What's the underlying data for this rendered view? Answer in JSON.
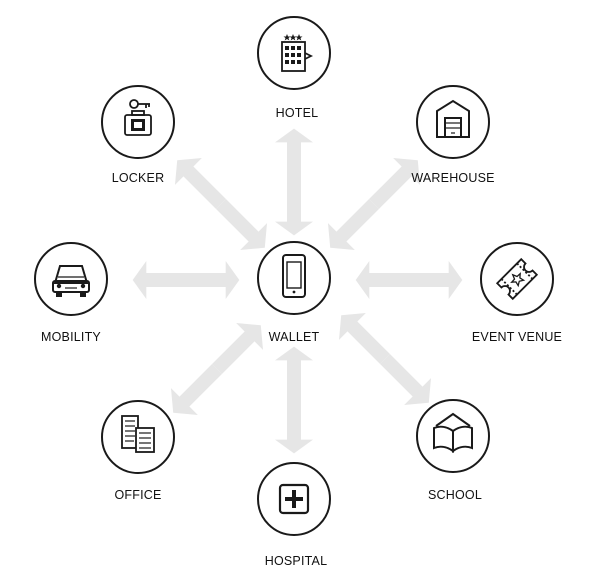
{
  "center": {
    "label": "WALLET",
    "icon": "smartphone-icon"
  },
  "nodes": [
    {
      "id": "hotel",
      "label": "HOTEL",
      "icon": "hotel-building-icon"
    },
    {
      "id": "warehouse",
      "label": "WAREHOUSE",
      "icon": "warehouse-icon"
    },
    {
      "id": "event-venue",
      "label": "EVENT VENUE",
      "icon": "ticket-icon"
    },
    {
      "id": "school",
      "label": "SCHOOL",
      "icon": "open-book-icon"
    },
    {
      "id": "hospital",
      "label": "HOSPITAL",
      "icon": "medical-cross-icon"
    },
    {
      "id": "office",
      "label": "OFFICE",
      "icon": "office-buildings-icon"
    },
    {
      "id": "mobility",
      "label": "MOBILITY",
      "icon": "car-icon"
    },
    {
      "id": "locker",
      "label": "LOCKER",
      "icon": "locker-key-icon"
    }
  ],
  "colors": {
    "arrow": "#e6e6e6",
    "stroke": "#1a1a1a",
    "text": "#111111"
  }
}
